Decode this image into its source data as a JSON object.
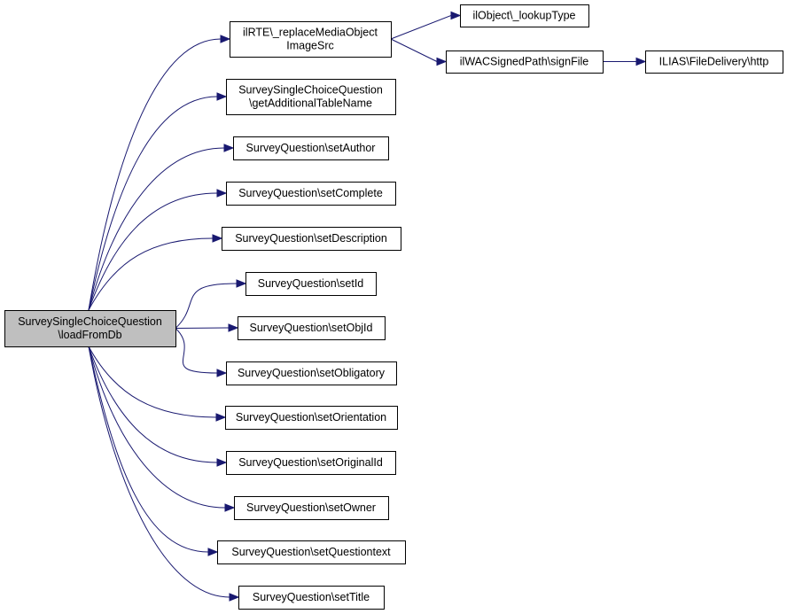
{
  "graph": {
    "edge_color": "#191970",
    "root_fill": "#bfbfbf",
    "nodes": [
      {
        "id": "root",
        "lines": [
          "SurveySingleChoiceQuestion",
          "\\loadFromDb"
        ],
        "root": true
      },
      {
        "id": "rte",
        "lines": [
          "ilRTE\\_replaceMediaObject",
          "ImageSrc"
        ]
      },
      {
        "id": "lookupType",
        "lines": [
          "ilObject\\_lookupType"
        ]
      },
      {
        "id": "signFile",
        "lines": [
          "ilWACSignedPath\\signFile"
        ]
      },
      {
        "id": "http",
        "lines": [
          "ILIAS\\FileDelivery\\http"
        ]
      },
      {
        "id": "getAdditionalTableName",
        "lines": [
          "SurveySingleChoiceQuestion",
          "\\getAdditionalTableName"
        ]
      },
      {
        "id": "setAuthor",
        "lines": [
          "SurveyQuestion\\setAuthor"
        ]
      },
      {
        "id": "setComplete",
        "lines": [
          "SurveyQuestion\\setComplete"
        ]
      },
      {
        "id": "setDescription",
        "lines": [
          "SurveyQuestion\\setDescription"
        ]
      },
      {
        "id": "setId",
        "lines": [
          "SurveyQuestion\\setId"
        ]
      },
      {
        "id": "setObjId",
        "lines": [
          "SurveyQuestion\\setObjId"
        ]
      },
      {
        "id": "setObligatory",
        "lines": [
          "SurveyQuestion\\setObligatory"
        ]
      },
      {
        "id": "setOrientation",
        "lines": [
          "SurveyQuestion\\setOrientation"
        ]
      },
      {
        "id": "setOriginalId",
        "lines": [
          "SurveyQuestion\\setOriginalId"
        ]
      },
      {
        "id": "setOwner",
        "lines": [
          "SurveyQuestion\\setOwner"
        ]
      },
      {
        "id": "setQuestiontext",
        "lines": [
          "SurveyQuestion\\setQuestiontext"
        ]
      },
      {
        "id": "setTitle",
        "lines": [
          "SurveyQuestion\\setTitle"
        ]
      }
    ],
    "edges": [
      {
        "from": "root",
        "to": "rte"
      },
      {
        "from": "root",
        "to": "getAdditionalTableName"
      },
      {
        "from": "root",
        "to": "setAuthor"
      },
      {
        "from": "root",
        "to": "setComplete"
      },
      {
        "from": "root",
        "to": "setDescription"
      },
      {
        "from": "root",
        "to": "setId"
      },
      {
        "from": "root",
        "to": "setObjId"
      },
      {
        "from": "root",
        "to": "setObligatory"
      },
      {
        "from": "root",
        "to": "setOrientation"
      },
      {
        "from": "root",
        "to": "setOriginalId"
      },
      {
        "from": "root",
        "to": "setOwner"
      },
      {
        "from": "root",
        "to": "setQuestiontext"
      },
      {
        "from": "root",
        "to": "setTitle"
      },
      {
        "from": "rte",
        "to": "lookupType"
      },
      {
        "from": "rte",
        "to": "signFile"
      },
      {
        "from": "signFile",
        "to": "http"
      }
    ]
  }
}
